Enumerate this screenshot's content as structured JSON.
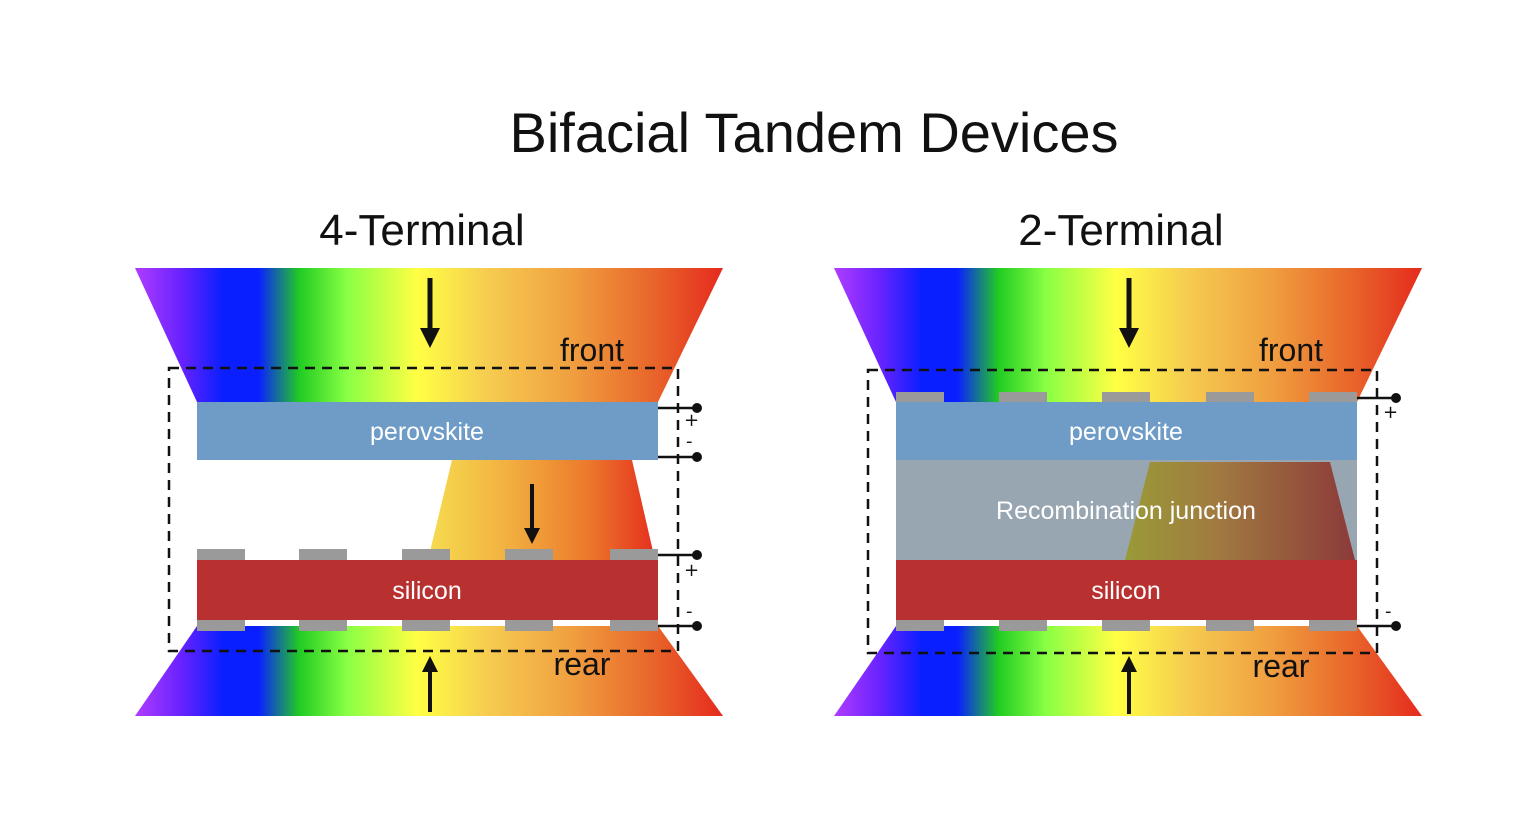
{
  "title": "Bifacial Tandem Devices",
  "colors": {
    "spectrum": [
      "#b03cff",
      "#0a1fff",
      "#22cc22",
      "#88ff44",
      "#ffff44",
      "#f2b84a",
      "#e8822e",
      "#e52a1e"
    ],
    "perovskite": "#6e9cc6",
    "silicon": "#b83030",
    "recombination_junction": "#98a6b2",
    "contact": "#9a9a9a",
    "text_dark": "#111111",
    "text_light": "#ffffff"
  },
  "panels": [
    {
      "heading": "4-Terminal",
      "front_label": "front",
      "rear_label": "rear",
      "perovskite_label": "perovskite",
      "silicon_label": "silicon",
      "terminals": [
        "+",
        "-",
        "+",
        "-"
      ]
    },
    {
      "heading": "2-Terminal",
      "front_label": "front",
      "rear_label": "rear",
      "perovskite_label": "perovskite",
      "junction_label": "Recombination junction",
      "silicon_label": "silicon",
      "terminals": [
        "+",
        "-"
      ]
    }
  ]
}
